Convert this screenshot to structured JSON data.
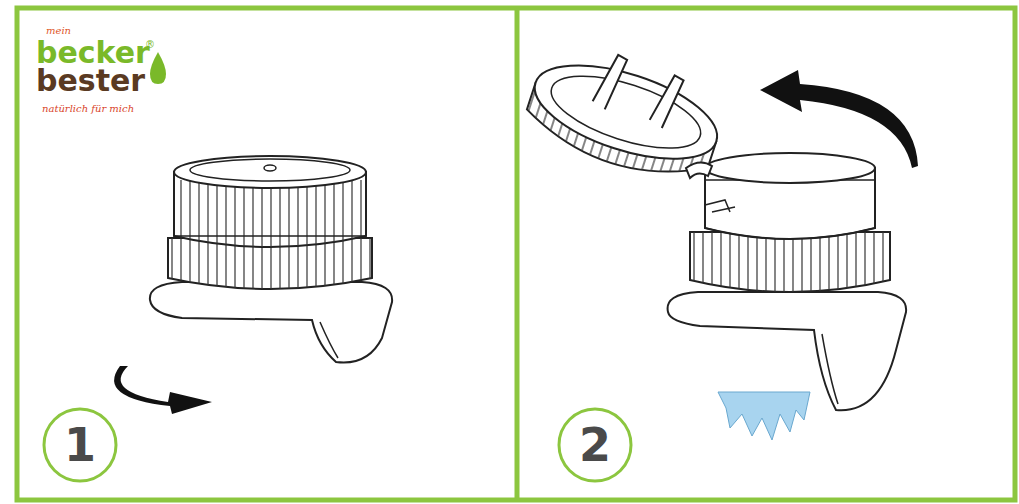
{
  "diagram": {
    "nodes": [
      {
        "text": [
          "1"
        ]
      },
      {
        "text": [
          "2"
        ]
      }
    ],
    "labels": [
      "mein",
      "becker",
      "®",
      "bester",
      "natürlich für mich"
    ]
  }
}
